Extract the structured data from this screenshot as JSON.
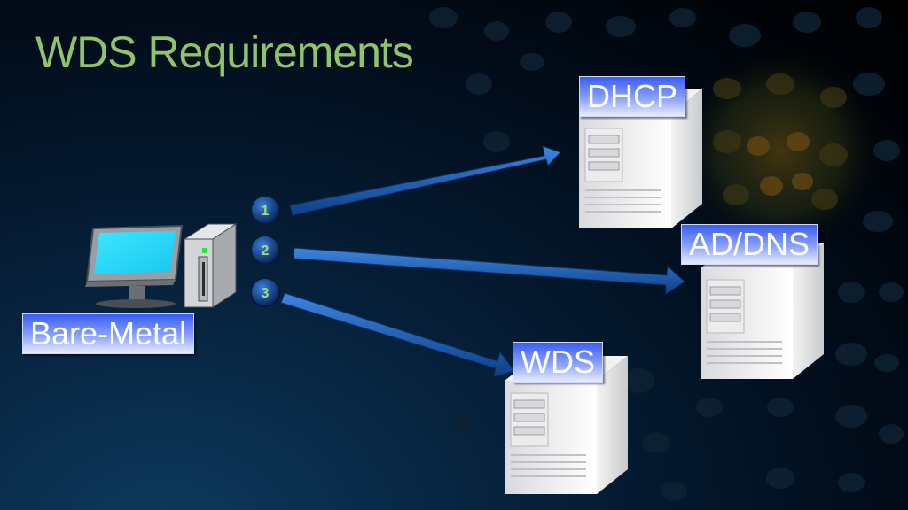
{
  "slide": {
    "title": "WDS Requirements"
  },
  "diagram": {
    "client_label": "Bare-Metal",
    "servers": [
      {
        "label": "DHCP",
        "step": "1"
      },
      {
        "label": "AD/DNS",
        "step": "2"
      },
      {
        "label": "WDS",
        "step": "3"
      }
    ]
  },
  "colors": {
    "title": "#8fc46a",
    "arrow": "#1f63b8",
    "label_bg": "#6f86f5",
    "step_number": "#9ee07a"
  }
}
